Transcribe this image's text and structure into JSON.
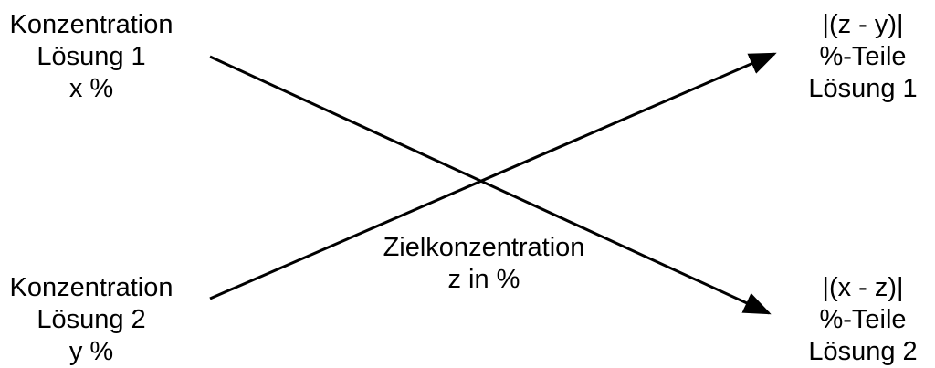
{
  "source_top": {
    "line1": "Konzentration",
    "line2": "Lösung 1",
    "line3": "x %"
  },
  "source_bottom": {
    "line1": "Konzentration",
    "line2": "Lösung 2",
    "line3": "y %"
  },
  "target": {
    "line1": "Zielkonzentration",
    "line2": "z in %"
  },
  "result_top": {
    "line1": "|(z - y)|",
    "line2": "%-Teile",
    "line3": "Lösung 1"
  },
  "result_bottom": {
    "line1": "|(x - z)|",
    "line2": "%-Teile",
    "line3": "Lösung 2"
  },
  "colors": {
    "stroke": "#000000",
    "background": "#ffffff"
  }
}
